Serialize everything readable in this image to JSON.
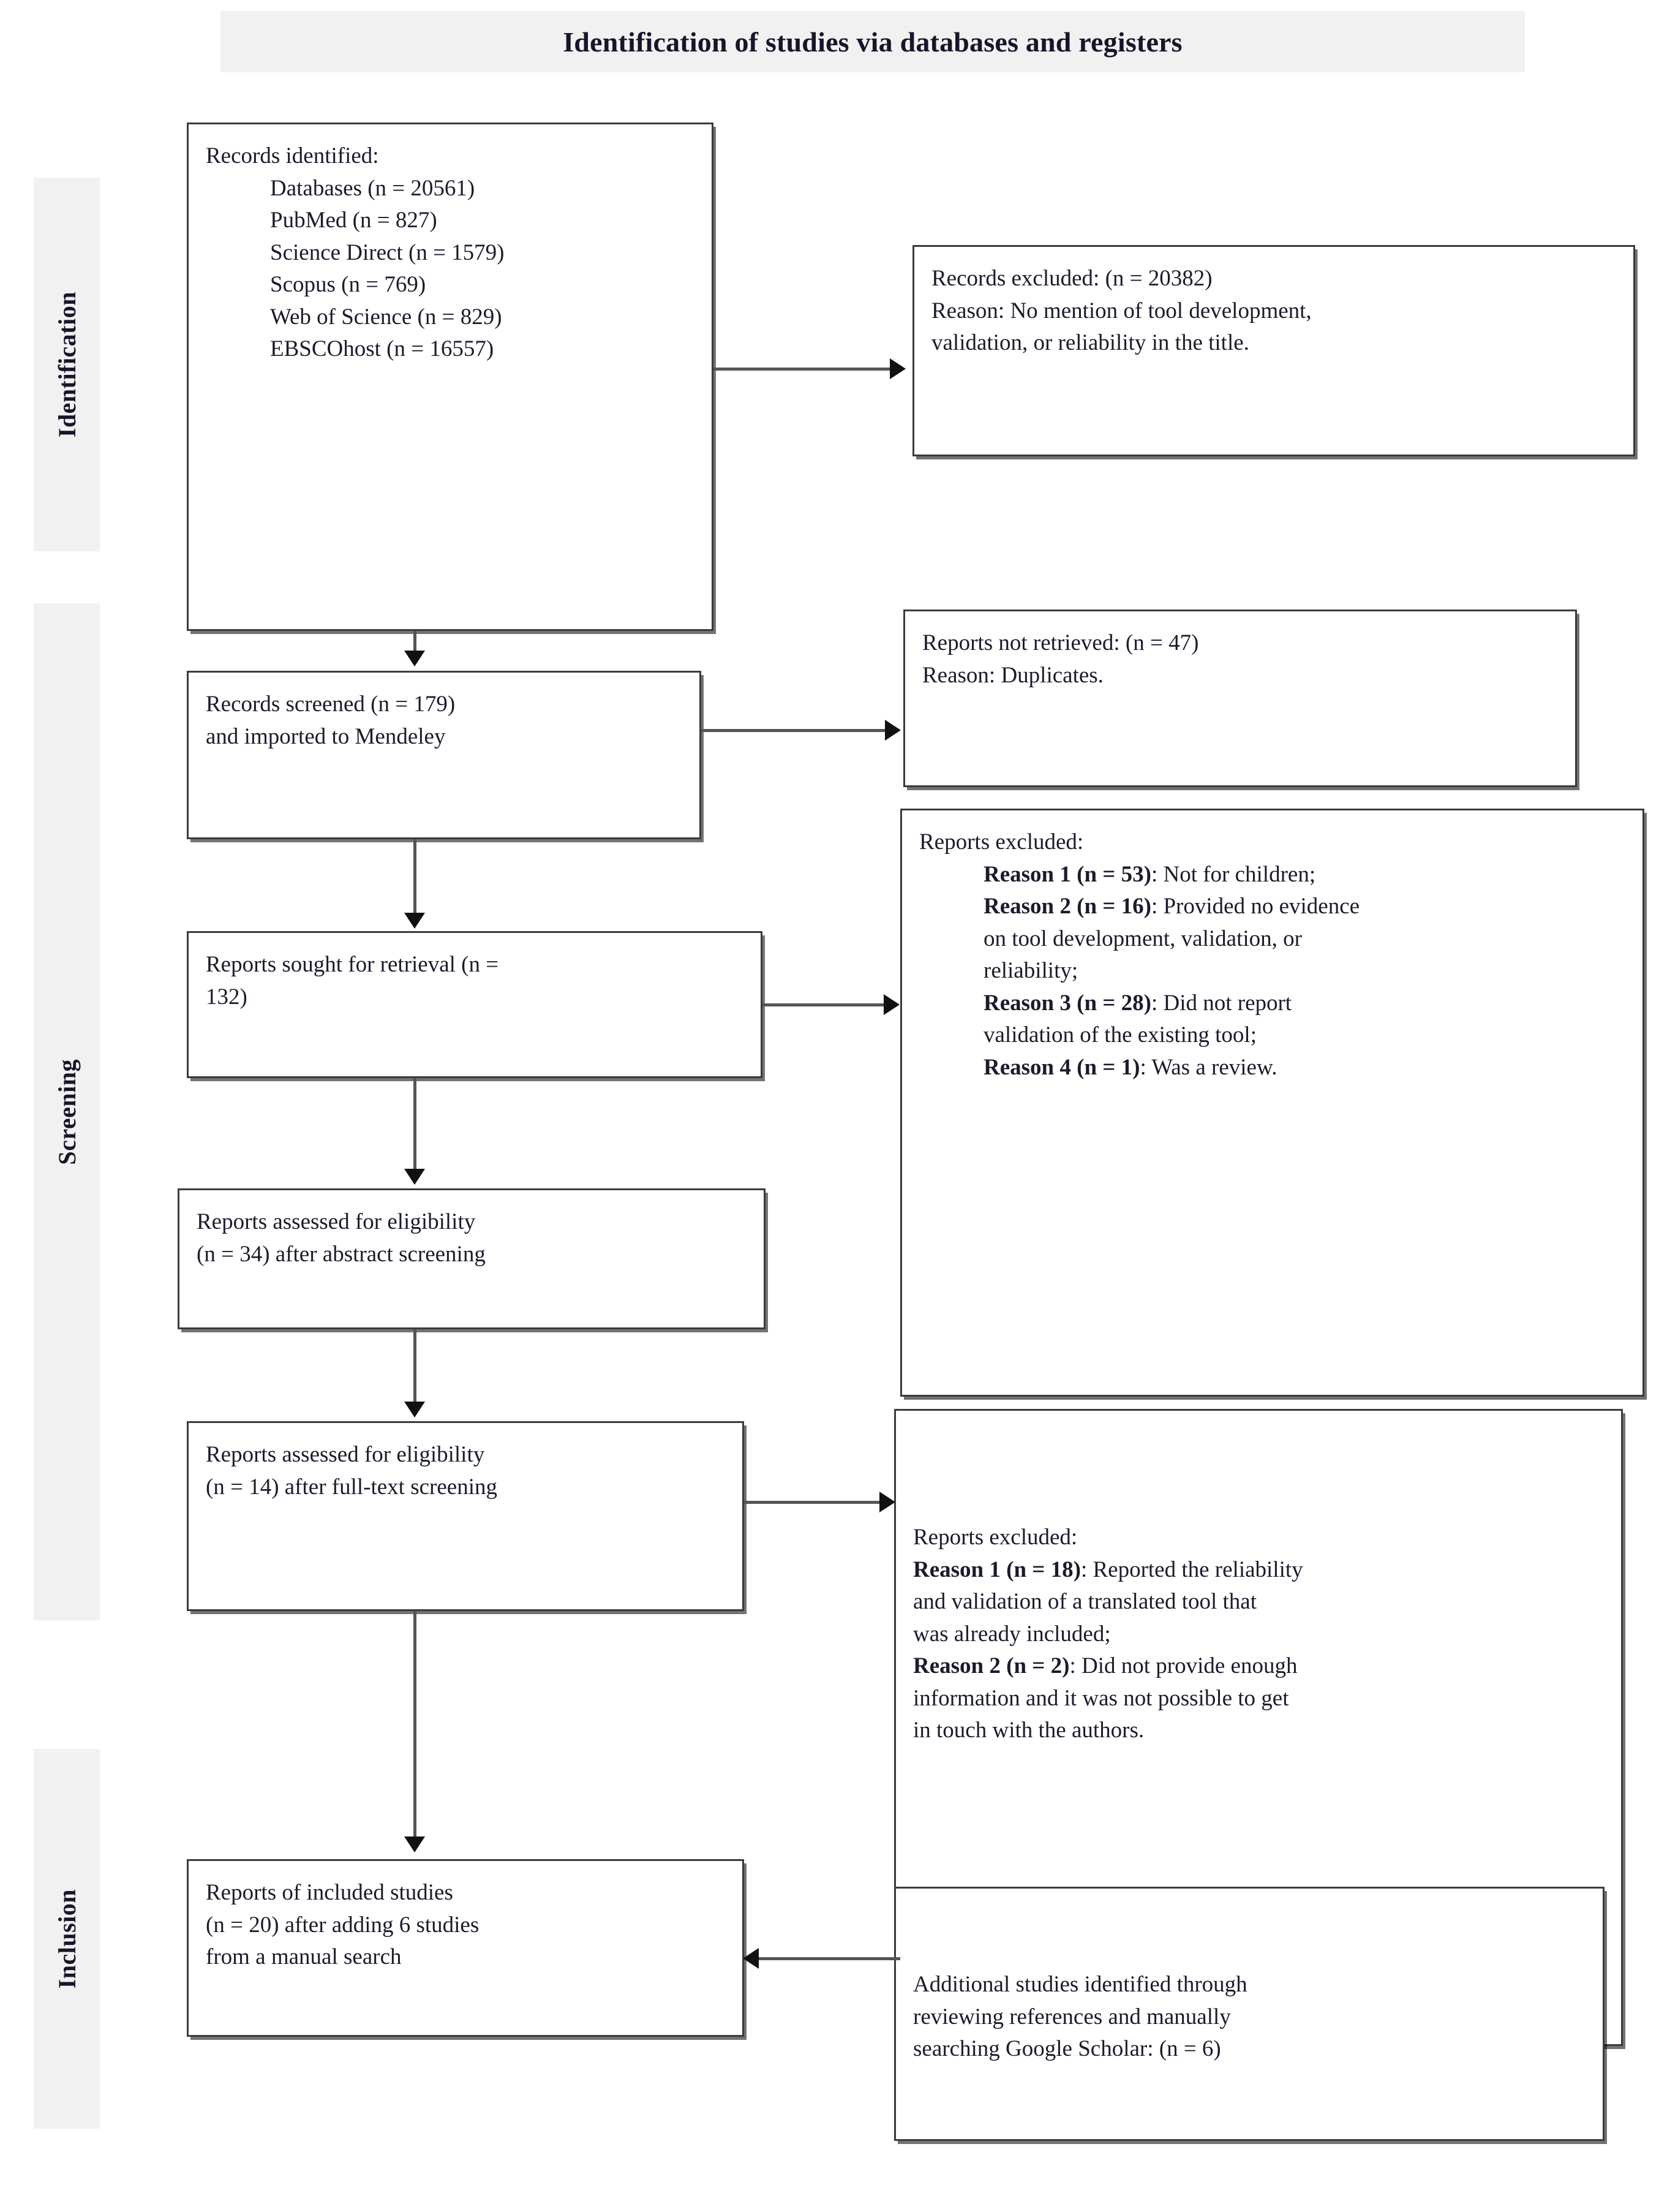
{
  "title": "Identification of studies via databases and registers",
  "stages": [
    {
      "id": "identification",
      "label": "Identification"
    },
    {
      "id": "screening",
      "label": "Screening"
    },
    {
      "id": "inclusion",
      "label": "Inclusion"
    }
  ],
  "boxes": {
    "records_identified": {
      "heading": "Records identified:",
      "sources": [
        "Databases (n = 20561)",
        "PubMed (n = 827)",
        "Science Direct (n = 1579)",
        "Scopus (n = 769)",
        "Web of Science (n = 829)",
        "EBSCOhost (n = 16557)"
      ]
    },
    "records_excluded": {
      "line1": "Records excluded: (n = 20382)",
      "line2": "Reason: No mention of tool development,",
      "line3": "validation, or reliability in the title."
    },
    "records_screened": {
      "line1": "Records screened (n = 179)",
      "line2": "and imported to Mendeley"
    },
    "reports_not_retrieved": {
      "line1": "Reports not retrieved: (n = 47)",
      "line2": "Reason: Duplicates."
    },
    "reports_excluded_1": {
      "heading": "Reports excluded:",
      "reasons": [
        {
          "label": "Reason 1 (n = 53)",
          "text": ": Not for children;"
        },
        {
          "label": "Reason 2 (n = 16)",
          "text": ": Provided no evidence"
        },
        {
          "label": "",
          "text": "on tool development, validation, or"
        },
        {
          "label": "",
          "text": "reliability;"
        },
        {
          "label": "Reason 3 (n = 28)",
          "text": ": Did not report"
        },
        {
          "label": "",
          "text": "validation of the existing tool;"
        },
        {
          "label": "Reason 4 (n = 1)",
          "text": ": Was a review."
        }
      ]
    },
    "reports_sought": {
      "line1": "Reports sought for retrieval (n =",
      "line2": "132)"
    },
    "assessed_abstract": {
      "line1": "Reports assessed for eligibility",
      "line2": "(n = 34) after abstract screening"
    },
    "assessed_fulltext": {
      "line1": "Reports assessed for eligibility",
      "line2": "(n = 14) after full-text screening"
    },
    "reports_excluded_2": {
      "heading": "Reports excluded:",
      "reasons": [
        {
          "label": "Reason 1 (n = 18)",
          "text": ": Reported the reliability"
        },
        {
          "label": "",
          "text": "and validation of a translated tool that"
        },
        {
          "label": "",
          "text": "was already included;"
        },
        {
          "label": "Reason 2 (n = 2)",
          "text": ": Did not provide enough"
        },
        {
          "label": "",
          "text": "information and it was not possible to get"
        },
        {
          "label": "",
          "text": "in touch with the authors."
        }
      ]
    },
    "included_studies": {
      "line1": "Reports of included studies",
      "line2": "(n = 20) after adding 6 studies",
      "line3": "from a manual search"
    },
    "additional_studies": {
      "line1": "Additional studies identified through",
      "line2": "reviewing references and manually",
      "line3": "searching Google Scholar: (n = 6)"
    }
  },
  "colors": {
    "banner_bg": "#f1f1f1",
    "box_border": "#3b3b3b",
    "text": "#16162b",
    "connector": "#555555"
  }
}
